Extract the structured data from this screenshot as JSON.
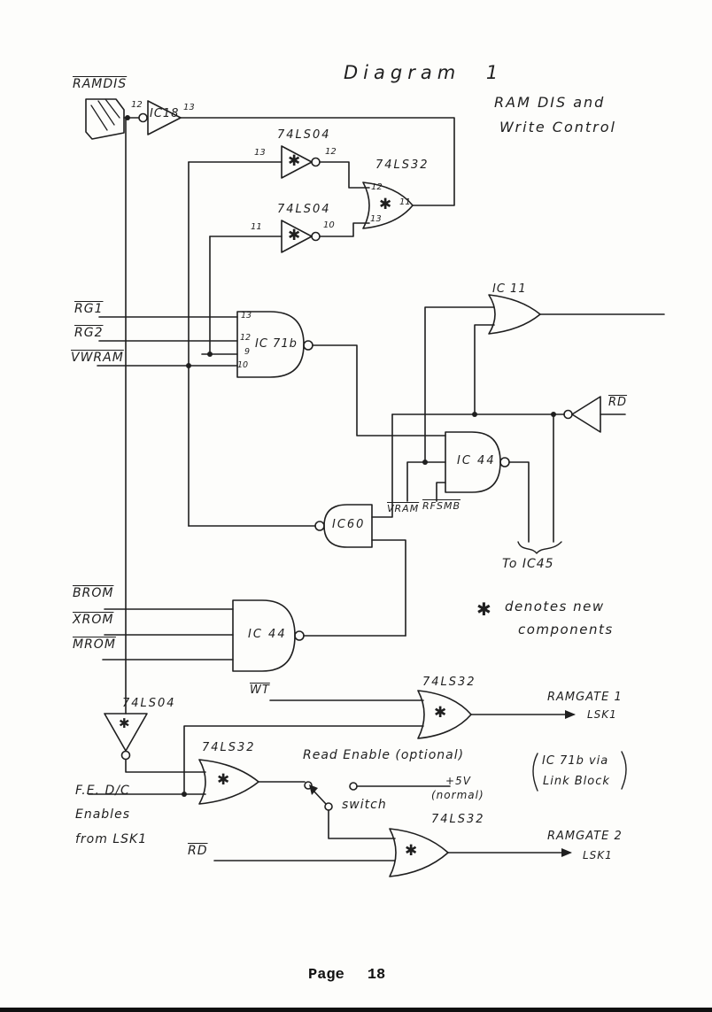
{
  "page": {
    "title": "Diagram 1",
    "subtitle_line1": "RAM DIS and",
    "subtitle_line2": "Write Control",
    "footer_label": "Page",
    "footer_number": "18"
  },
  "colors": {
    "ink": "#1f1f1f",
    "paper": "#fdfdfb"
  },
  "marks": {
    "star": "✱"
  },
  "signals": {
    "ramdis": "RAMDIS",
    "rg1": "RG1",
    "rg2": "RG2",
    "vwram": "VWRAM",
    "brom": "BROM",
    "xrom": "XROM",
    "mrom": "MROM",
    "wt": "WT",
    "rd_right": "RD",
    "rd_bottom": "RD",
    "vram": "VRAM",
    "rfsmb": "RFSMB"
  },
  "gates": {
    "ic18": {
      "name": "IC18",
      "pin_in": "12",
      "pin_out": "13"
    },
    "inv_a": {
      "name": "74LS04",
      "pin_in": "13",
      "pin_out": "12"
    },
    "inv_b": {
      "name": "74LS04",
      "pin_in": "11",
      "pin_out": "10"
    },
    "or_top": {
      "name": "74LS32",
      "pin_a": "12",
      "pin_b": "13",
      "pin_out": "11"
    },
    "ic71b": {
      "name": "IC 71b",
      "pin1": "13",
      "pin2": "12",
      "pin3": "9",
      "pin4": "10"
    },
    "ic11": {
      "name": "IC 11"
    },
    "ic44_mid": {
      "name": "IC 44"
    },
    "ic60": {
      "name": "IC60"
    },
    "ic44_low": {
      "name": "IC 44"
    },
    "inv_c": {
      "name": "74LS04"
    },
    "or_ramgate1": {
      "name": "74LS32"
    },
    "or_fe": {
      "name": "74LS32"
    },
    "or_ramgate2": {
      "name": "74LS32"
    }
  },
  "annotations": {
    "to_ic45": "To IC45",
    "legend_line1": "denotes new",
    "legend_line2": "components",
    "read_enable": "Read Enable (optional)",
    "switch_label": "switch",
    "plus5v": "+5V",
    "normal": "(normal)",
    "link_line1": "IC 71b via",
    "link_line2": "Link Block",
    "fe_line1": "F.E. D/C",
    "fe_line2": "Enables",
    "fe_line3": "from LSK1",
    "ramgate1": "RAMGATE 1",
    "ramgate1_dest": "LSK1",
    "ramgate2": "RAMGATE 2",
    "ramgate2_dest": "LSK1"
  }
}
